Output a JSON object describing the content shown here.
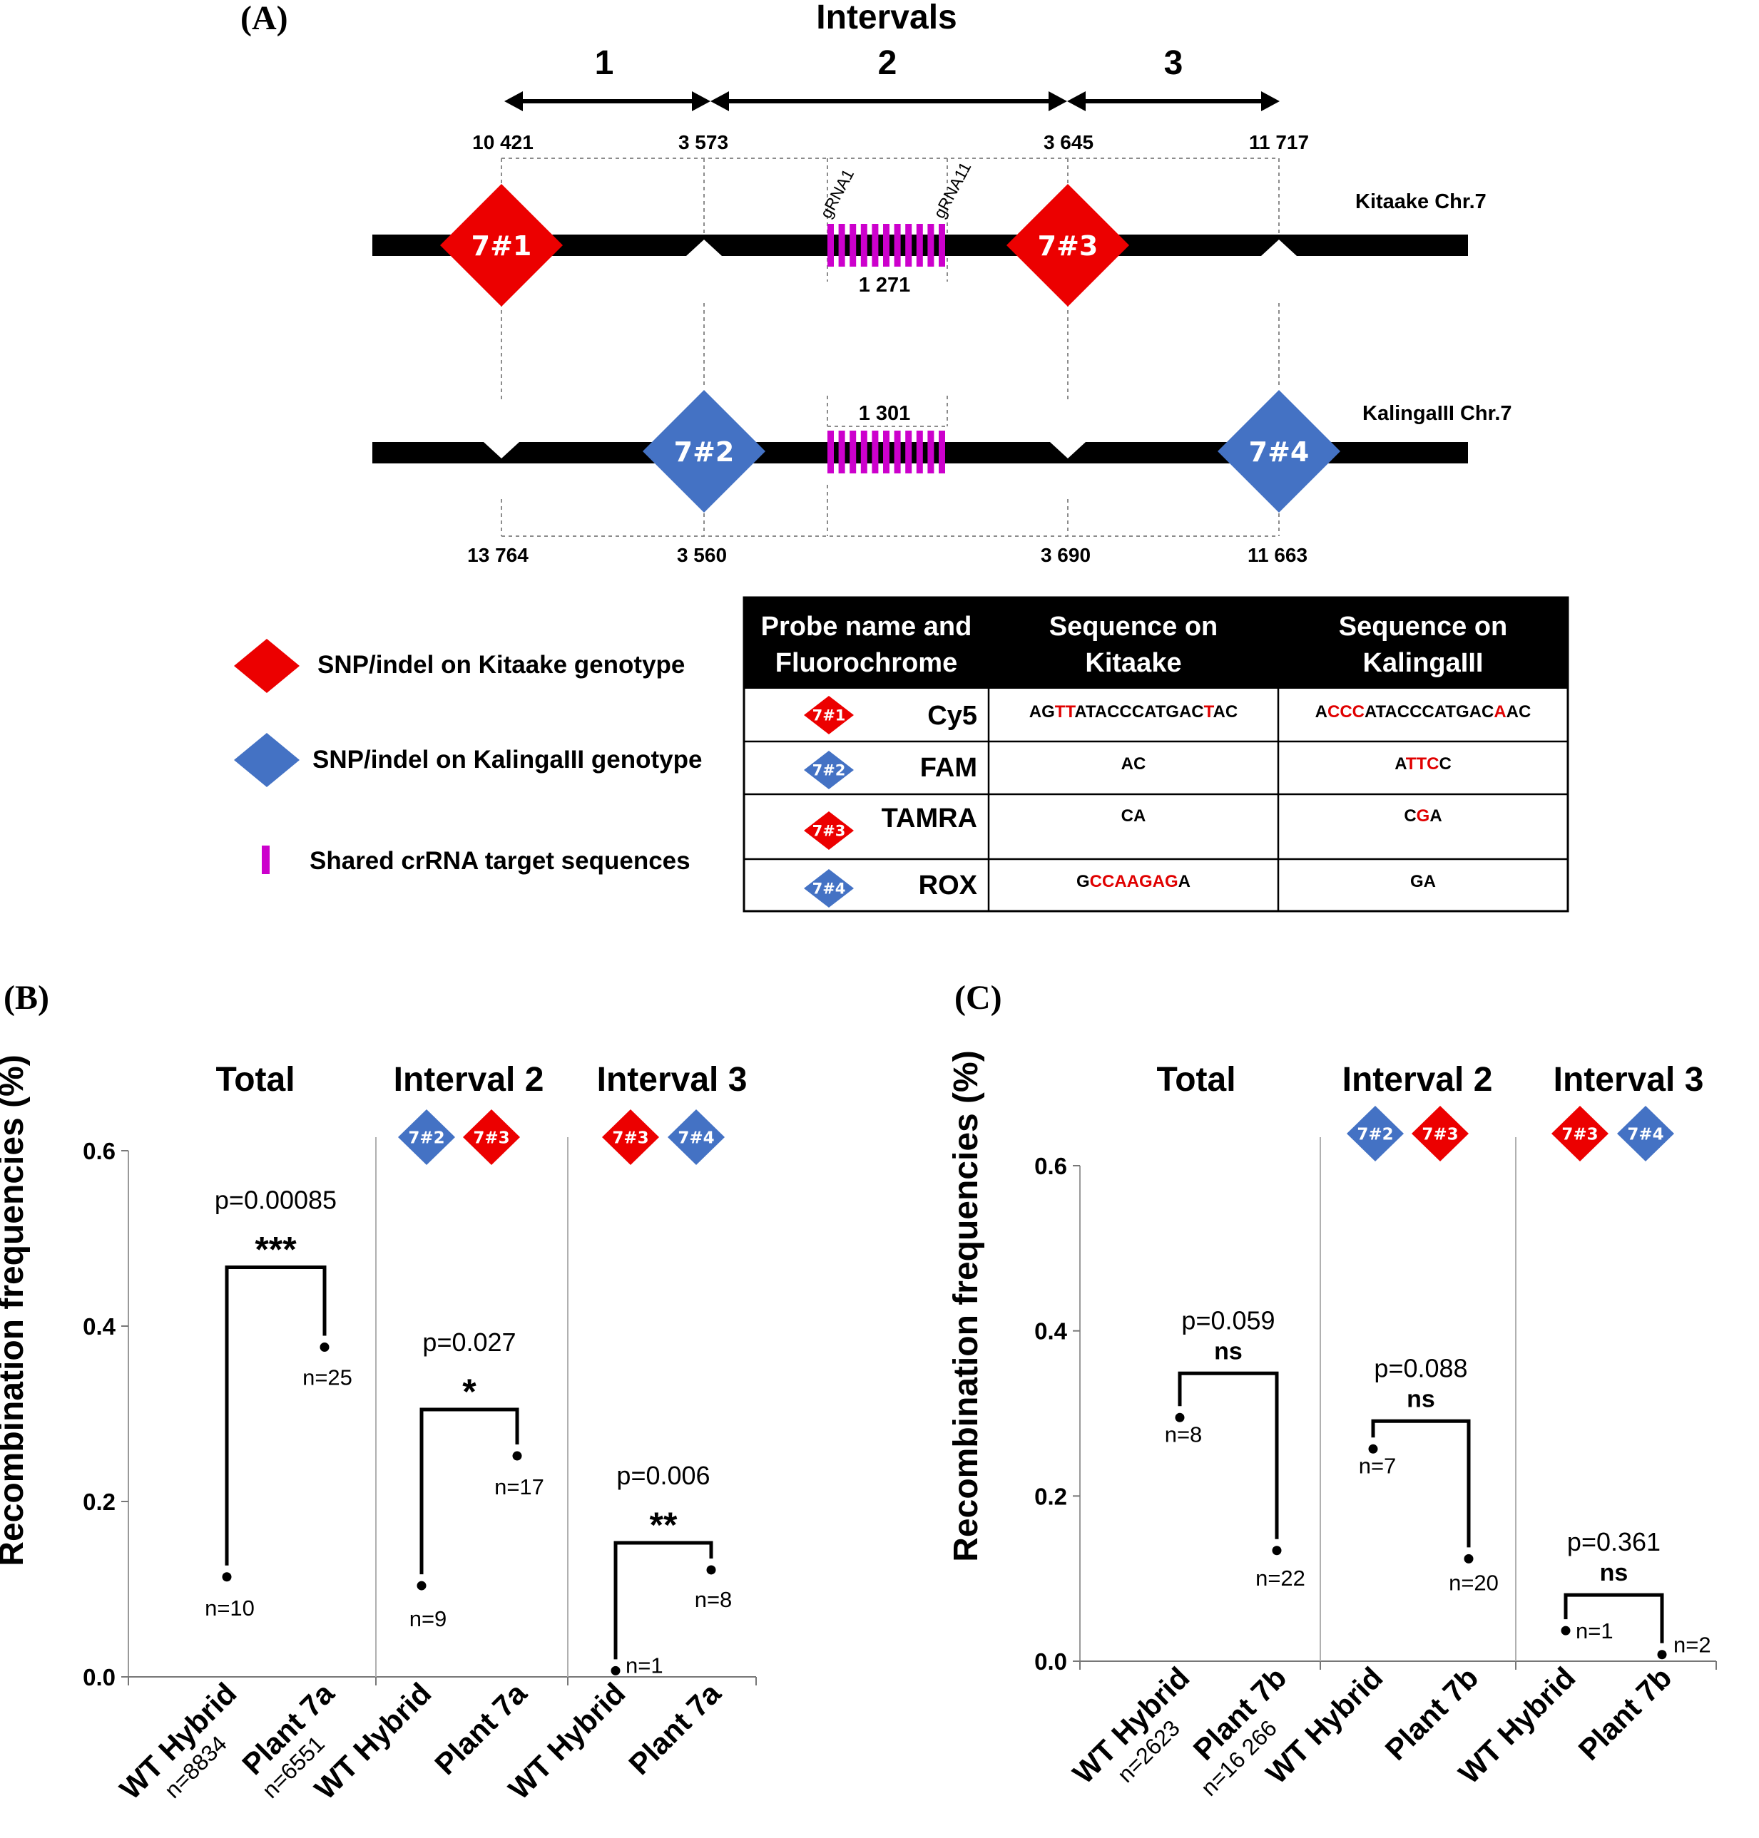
{
  "colors": {
    "red": "#ec0000",
    "blue": "#4472c4",
    "magenta": "#cc00cc",
    "black": "#000000",
    "mismatch": "#e00000",
    "grid": "#a6a6a6"
  },
  "panelA": {
    "panel_label": "(A)",
    "intervals_title": "Intervals",
    "interval_numbers": [
      "1",
      "2",
      "3"
    ],
    "kitaake": {
      "chromosome_label": "Kitaake Chr.7",
      "boundary_labels": [
        "10 421",
        "3 573",
        "3 645",
        "11 717"
      ],
      "crRNA_span_label": "1 271",
      "gRNA_labels": [
        "gRNA1",
        "gRNA11"
      ],
      "markers": [
        "7#1",
        "7#3"
      ]
    },
    "kalinga": {
      "chromosome_label": "KalingaIII Chr.7",
      "boundary_labels": [
        "13 764",
        "3 560",
        "3 690",
        "11 663"
      ],
      "crRNA_span_label": "1 301",
      "markers": [
        "7#2",
        "7#4"
      ]
    },
    "legend": [
      {
        "symbol": "red-diamond",
        "label": "SNP/indel on Kitaake genotype"
      },
      {
        "symbol": "blue-diamond",
        "label": "SNP/indel on KalingaIII genotype"
      },
      {
        "symbol": "magenta-bar",
        "label": "Shared crRNA target sequences"
      }
    ],
    "probe_table": {
      "headers": [
        [
          "Probe name and",
          "Fluorochrome"
        ],
        [
          "Sequence on",
          "Kitaake"
        ],
        [
          "Sequence on",
          "KalingaIII"
        ]
      ],
      "rows": [
        {
          "marker": "7#1",
          "color": "#ec0000",
          "fluor": "Cy5",
          "kitaake": [
            [
              "AG",
              "k"
            ],
            [
              "TT",
              "r"
            ],
            [
              "ATACCCATGAC",
              "k"
            ],
            [
              "T",
              "r"
            ],
            [
              "AC",
              "k"
            ]
          ],
          "kalinga": [
            [
              "A",
              "k"
            ],
            [
              "CCC",
              "r"
            ],
            [
              "ATACCCATGAC",
              "k"
            ],
            [
              "A",
              "r"
            ],
            [
              "AC",
              "k"
            ]
          ]
        },
        {
          "marker": "7#2",
          "color": "#4472c4",
          "fluor": "FAM",
          "kitaake": [
            [
              "AC",
              "k"
            ]
          ],
          "kalinga": [
            [
              "A",
              "k"
            ],
            [
              "TTC",
              "r"
            ],
            [
              "C",
              "k"
            ]
          ]
        },
        {
          "marker": "7#3",
          "color": "#ec0000",
          "fluor": "TAMRA",
          "kitaake": [
            [
              "CA",
              "k"
            ]
          ],
          "kalinga": [
            [
              "C",
              "k"
            ],
            [
              "G",
              "r"
            ],
            [
              "A",
              "k"
            ]
          ]
        },
        {
          "marker": "7#4",
          "color": "#4472c4",
          "fluor": "ROX",
          "kitaake": [
            [
              "G",
              "k"
            ],
            [
              "CCAAGAG",
              "r"
            ],
            [
              "A",
              "k"
            ]
          ],
          "kalinga": [
            [
              "GA",
              "k"
            ]
          ]
        }
      ]
    }
  },
  "chart_data": [
    {
      "type": "scatter",
      "panel_label": "(B)",
      "ylabel": "Recombination frequencies (%)",
      "ylim": [
        0,
        0.6
      ],
      "yticks": [
        "0.0",
        "0.2",
        "0.4",
        "0.6"
      ],
      "grid": false,
      "groups": [
        {
          "title": "Total",
          "markers": [],
          "points": [
            {
              "category": "WT Hybrid",
              "value": 0.114,
              "n": "n=10"
            },
            {
              "category": "Plant 7a",
              "value": 0.376,
              "n": "n=25"
            }
          ],
          "test": {
            "p": "p=0.00085",
            "sig": "***"
          },
          "sample_sizes": [
            "n=8834",
            "n=6551"
          ]
        },
        {
          "title": "Interval 2",
          "markers": [
            {
              "label": "7#2",
              "color": "#4472c4"
            },
            {
              "label": "7#3",
              "color": "#ec0000"
            }
          ],
          "points": [
            {
              "category": "WT Hybrid",
              "value": 0.104,
              "n": "n=9"
            },
            {
              "category": "Plant 7a",
              "value": 0.252,
              "n": "n=17"
            }
          ],
          "test": {
            "p": "p=0.027",
            "sig": "*"
          },
          "sample_sizes": []
        },
        {
          "title": "Interval 3",
          "markers": [
            {
              "label": "7#3",
              "color": "#ec0000"
            },
            {
              "label": "7#4",
              "color": "#4472c4"
            }
          ],
          "points": [
            {
              "category": "WT Hybrid",
              "value": 0.007,
              "n": "n=1"
            },
            {
              "category": "Plant 7a",
              "value": 0.122,
              "n": "n=8"
            }
          ],
          "test": {
            "p": "p=0.006",
            "sig": "**"
          },
          "sample_sizes": []
        }
      ]
    },
    {
      "type": "scatter",
      "panel_label": "(C)",
      "ylabel": "Recombination frequencies (%)",
      "ylim": [
        0,
        0.6
      ],
      "yticks": [
        "0.0",
        "0.2",
        "0.4",
        "0.6"
      ],
      "grid": false,
      "groups": [
        {
          "title": "Total",
          "markers": [],
          "points": [
            {
              "category": "WT Hybrid",
              "value": 0.295,
              "n": "n=8"
            },
            {
              "category": "Plant 7b",
              "value": 0.134,
              "n": "n=22"
            }
          ],
          "test": {
            "p": "p=0.059",
            "sig": "ns"
          },
          "sample_sizes": [
            "n=2623",
            "n=16 266"
          ]
        },
        {
          "title": "Interval 2",
          "markers": [
            {
              "label": "7#2",
              "color": "#4472c4"
            },
            {
              "label": "7#3",
              "color": "#ec0000"
            }
          ],
          "points": [
            {
              "category": "WT Hybrid",
              "value": 0.257,
              "n": "n=7"
            },
            {
              "category": "Plant 7b",
              "value": 0.124,
              "n": "n=20"
            }
          ],
          "test": {
            "p": "p=0.088",
            "sig": "ns"
          },
          "sample_sizes": []
        },
        {
          "title": "Interval 3",
          "markers": [
            {
              "label": "7#3",
              "color": "#ec0000"
            },
            {
              "label": "7#4",
              "color": "#4472c4"
            }
          ],
          "points": [
            {
              "category": "WT Hybrid",
              "value": 0.037,
              "n": "n=1"
            },
            {
              "category": "Plant 7b",
              "value": 0.008,
              "n": "n=2"
            }
          ],
          "test": {
            "p": "p=0.361",
            "sig": "ns"
          },
          "sample_sizes": []
        }
      ]
    }
  ]
}
